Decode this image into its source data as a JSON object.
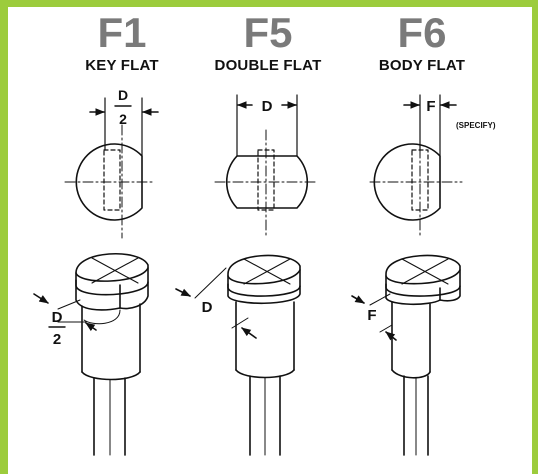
{
  "columns": [
    {
      "code": "F1",
      "name": "KEY FLAT",
      "dim_top_numerator": "D",
      "dim_top_denominator": "2",
      "dim_bottom_numerator": "D",
      "dim_bottom_denominator": "2"
    },
    {
      "code": "F5",
      "name": "DOUBLE FLAT",
      "dim_top": "D",
      "dim_bottom": "D"
    },
    {
      "code": "F6",
      "name": "BODY FLAT",
      "dim_top": "F",
      "dim_note": "(SPECIFY)",
      "dim_bottom": "F"
    }
  ],
  "colors": {
    "border": "#9ccc3c",
    "title": "#7a7a7a",
    "line": "#111111"
  }
}
